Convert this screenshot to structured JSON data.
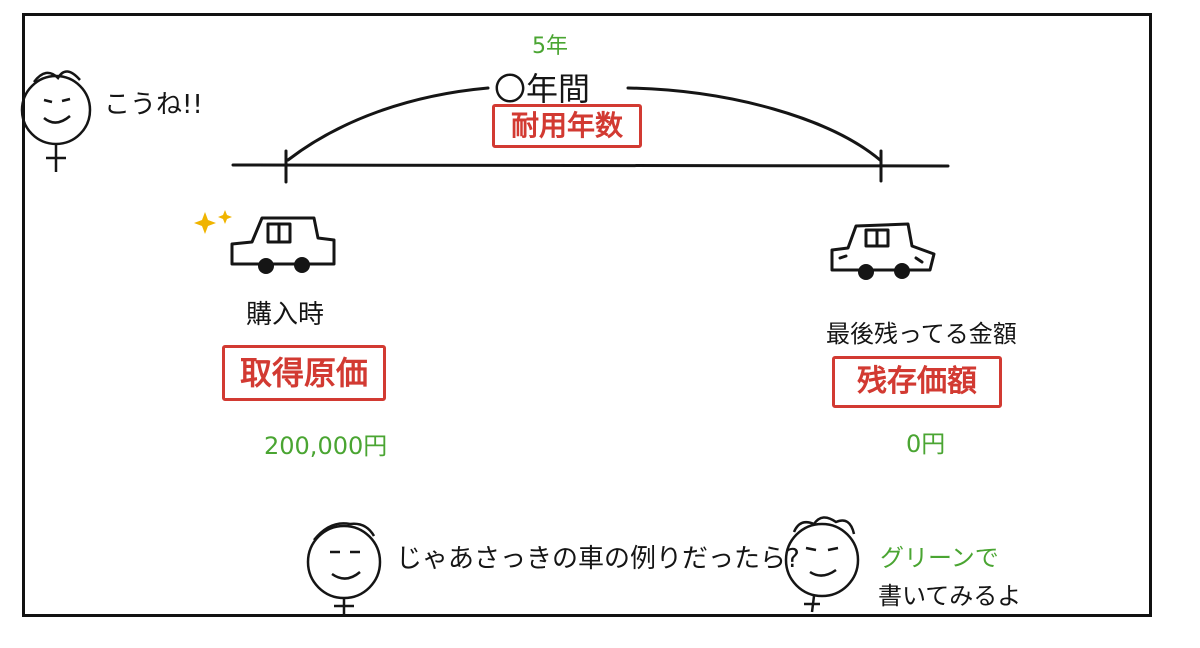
{
  "timeline": {
    "period_top": "5年",
    "period_label": "〇年間",
    "period_box": "耐用年数"
  },
  "left": {
    "caption": "購入時",
    "box": "取得原価",
    "value": "200,000円"
  },
  "right": {
    "caption": "最後残ってる金額",
    "box": "残存価額",
    "value": "0円"
  },
  "characters": {
    "top_left_speech": "こうね!!",
    "bottom_center_speech": "じゃあさっきの車の例りだったら?",
    "bottom_right_speech_1": "グリーンで",
    "bottom_right_speech_2": "書いてみるよ"
  },
  "colors": {
    "ink": "#151515",
    "red": "#d23a32",
    "green": "#4aa532",
    "sparkle": "#f0b400"
  }
}
